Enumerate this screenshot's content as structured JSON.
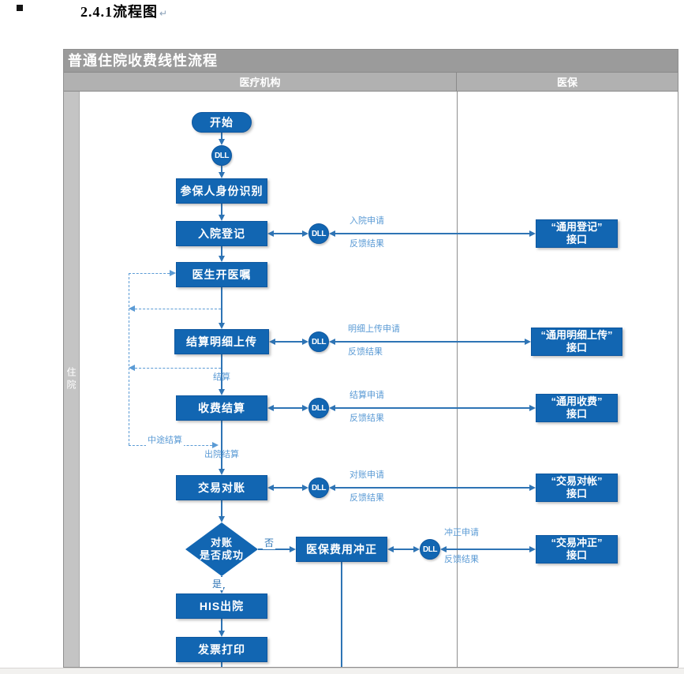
{
  "document": {
    "heading": "2.4.1流程图",
    "paragraph_mark": "↵"
  },
  "diagram": {
    "title": "普通住院收费线性流程",
    "columns": {
      "left": "医疗机构",
      "right": "医保"
    },
    "side_lane": "住院",
    "dll": "DLL",
    "api_suffix": "接口",
    "nodes": {
      "start": "开始",
      "identify": "参保人身份识别",
      "admission": "入院登记",
      "doctor_order": "医生开医嘱",
      "detail_upload": "结算明细上传",
      "fee_settlement": "收费结算",
      "reconciliation": "交易对账",
      "decision_l1": "对账",
      "decision_l2": "是否成功",
      "reversal": "医保费用冲正",
      "his_discharge": "HIS出院",
      "invoice_print": "发票打印"
    },
    "apis": {
      "register": "“通用登记”",
      "detail_upload": "“通用明细上传”",
      "charge": "“通用收费”",
      "reconcile": "“交易对帐”",
      "reversal": "“交易冲正”"
    },
    "labels": {
      "admission_request": "入院申请",
      "feedback": "反馈结果",
      "detail_upload_request": "明细上传申请",
      "settlement_request": "结算申请",
      "reconcile_request": "对账申请",
      "reversal_request": "冲正申请",
      "settlement": "结算",
      "mid_settlement": "中途结算",
      "discharge_settlement": "出院结算",
      "yes": "是",
      "no": "否"
    },
    "colors": {
      "shape_blue": "#1266b2",
      "shape_border": "#0d57a0",
      "line_blue": "#2e74b5",
      "label_blue": "#5b9bd5",
      "title_bar": "#9b9b9b",
      "column_header": "#b1b1b1",
      "side_lane_bg": "#c4c4c4"
    }
  }
}
